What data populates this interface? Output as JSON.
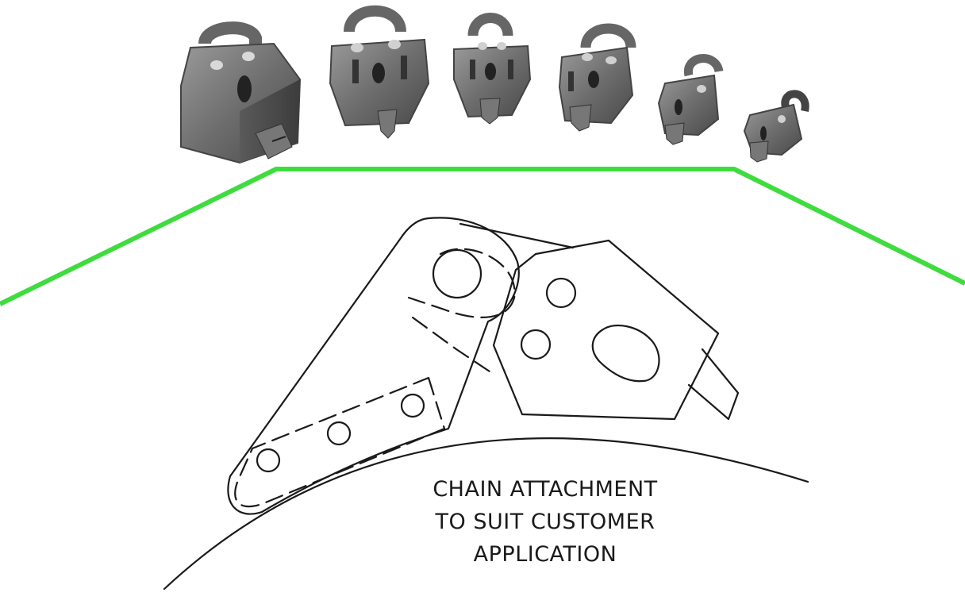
{
  "colors": {
    "accent_line": "#3fdc3f",
    "ink": "#1a1a1a",
    "metal_dark": "#555555",
    "metal_light": "#8c8c8c"
  },
  "photo": {
    "description_items": [
      "tool-holder",
      "tool-holder",
      "tool-holder",
      "tool-holder",
      "tool-holder",
      "tool-holder"
    ]
  },
  "caption": {
    "line1": "CHAIN ATTACHMENT",
    "line2": "TO SUIT CUSTOMER",
    "line3": "APPLICATION"
  }
}
